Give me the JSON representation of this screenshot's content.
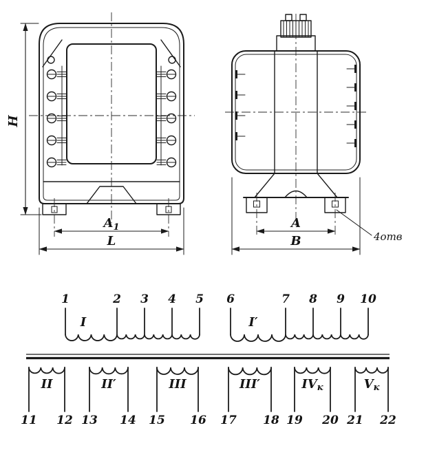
{
  "drawing": {
    "front_view": {
      "dim_height": "H",
      "dim_a1_base": "A",
      "dim_a1_sub": "1",
      "dim_length": "L"
    },
    "side_view": {
      "dim_a": "A",
      "dim_b": "B",
      "holes_note": "4отв"
    }
  },
  "schematic": {
    "top_terminals": [
      "1",
      "2",
      "3",
      "4",
      "5",
      "6",
      "7",
      "8",
      "9",
      "10"
    ],
    "bottom_terminals": [
      "11",
      "12",
      "13",
      "14",
      "15",
      "16",
      "17",
      "18",
      "19",
      "20",
      "21",
      "22"
    ],
    "primary_windings": [
      {
        "label": "I"
      },
      {
        "label": "I′"
      }
    ],
    "secondary_windings": [
      {
        "label": "II",
        "sub": ""
      },
      {
        "label": "II′",
        "sub": ""
      },
      {
        "label": "III",
        "sub": ""
      },
      {
        "label": "III′",
        "sub": ""
      },
      {
        "label": "IV",
        "sub": "к"
      },
      {
        "label": "V",
        "sub": "к"
      }
    ]
  },
  "colors": {
    "ink": "#1b1b1b",
    "background": "#ffffff"
  }
}
